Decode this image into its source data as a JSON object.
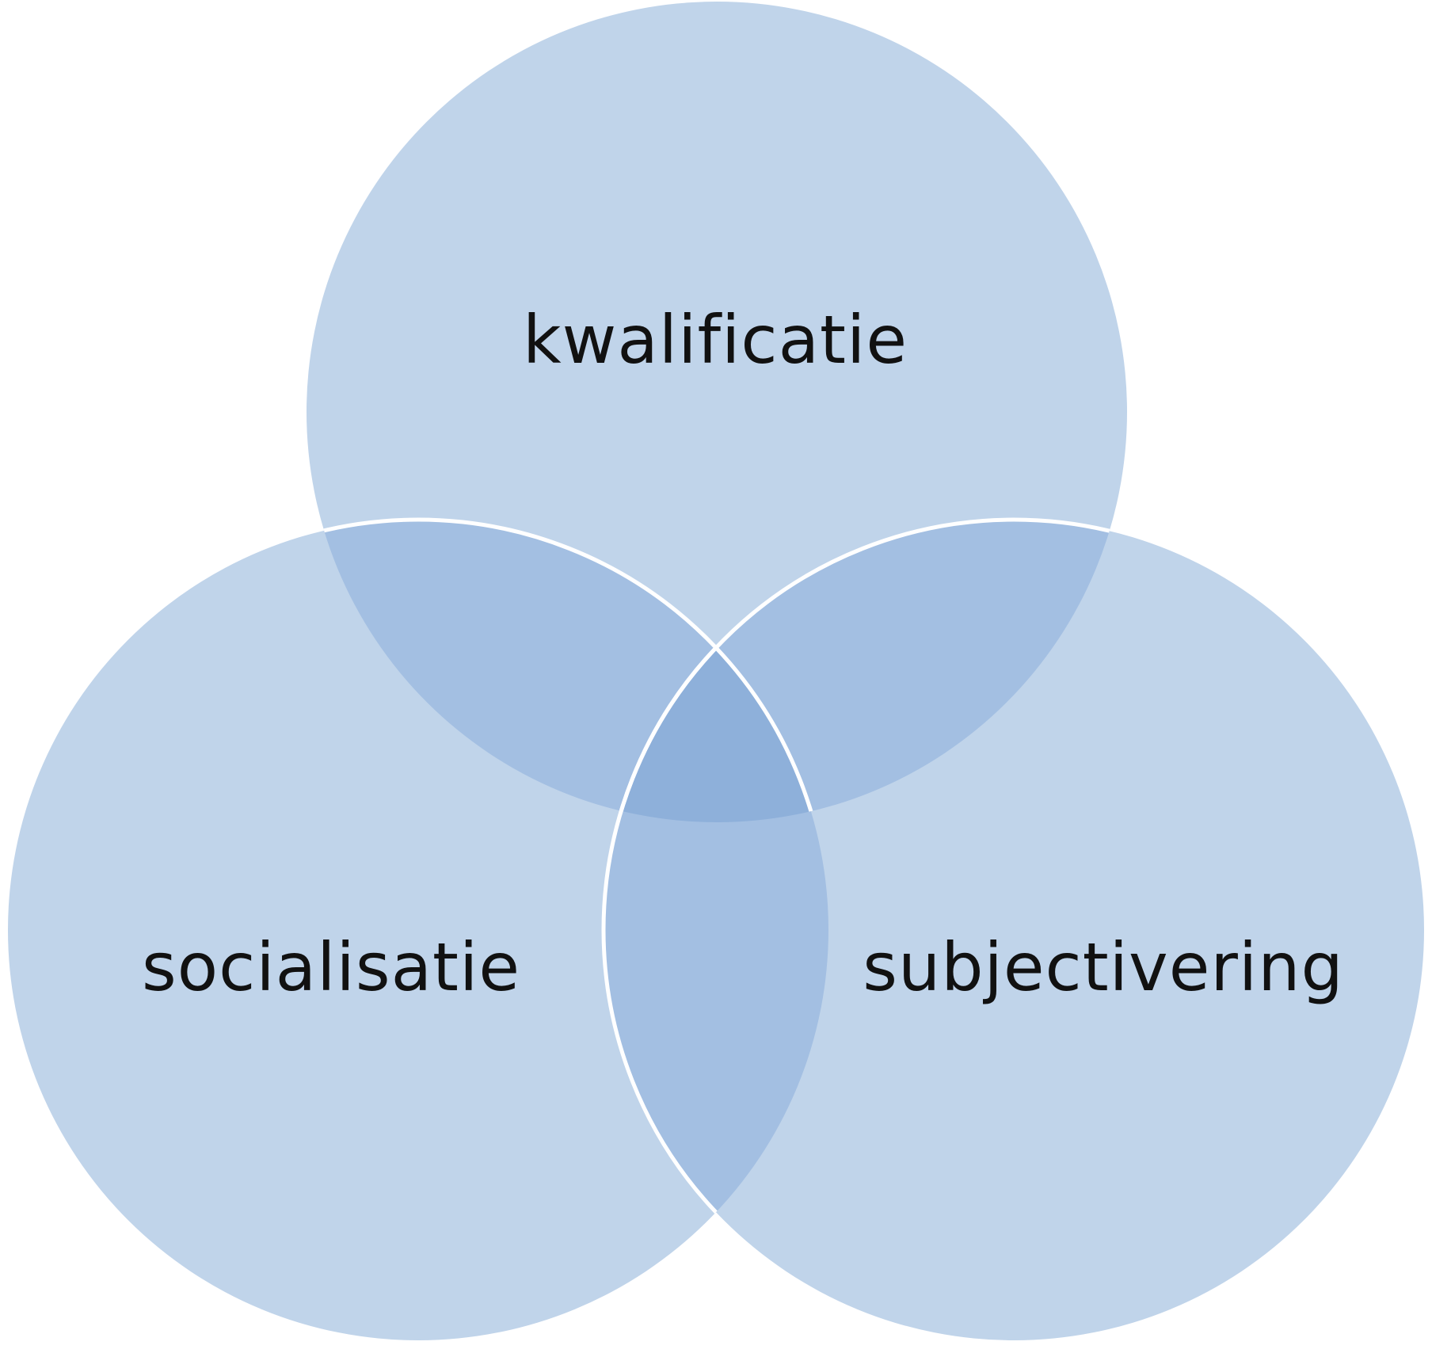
{
  "diagram": {
    "type": "venn",
    "circles": [
      {
        "id": "top",
        "label": "kwalificatie"
      },
      {
        "id": "left",
        "label": "socialisatie"
      },
      {
        "id": "right",
        "label": "subjectivering"
      }
    ]
  },
  "colors": {
    "circle_fill": "#c0d4ea",
    "pair_overlap": "#a3bfe2",
    "triple_overlap": "#8eb0da",
    "outline": "#ffffff"
  }
}
